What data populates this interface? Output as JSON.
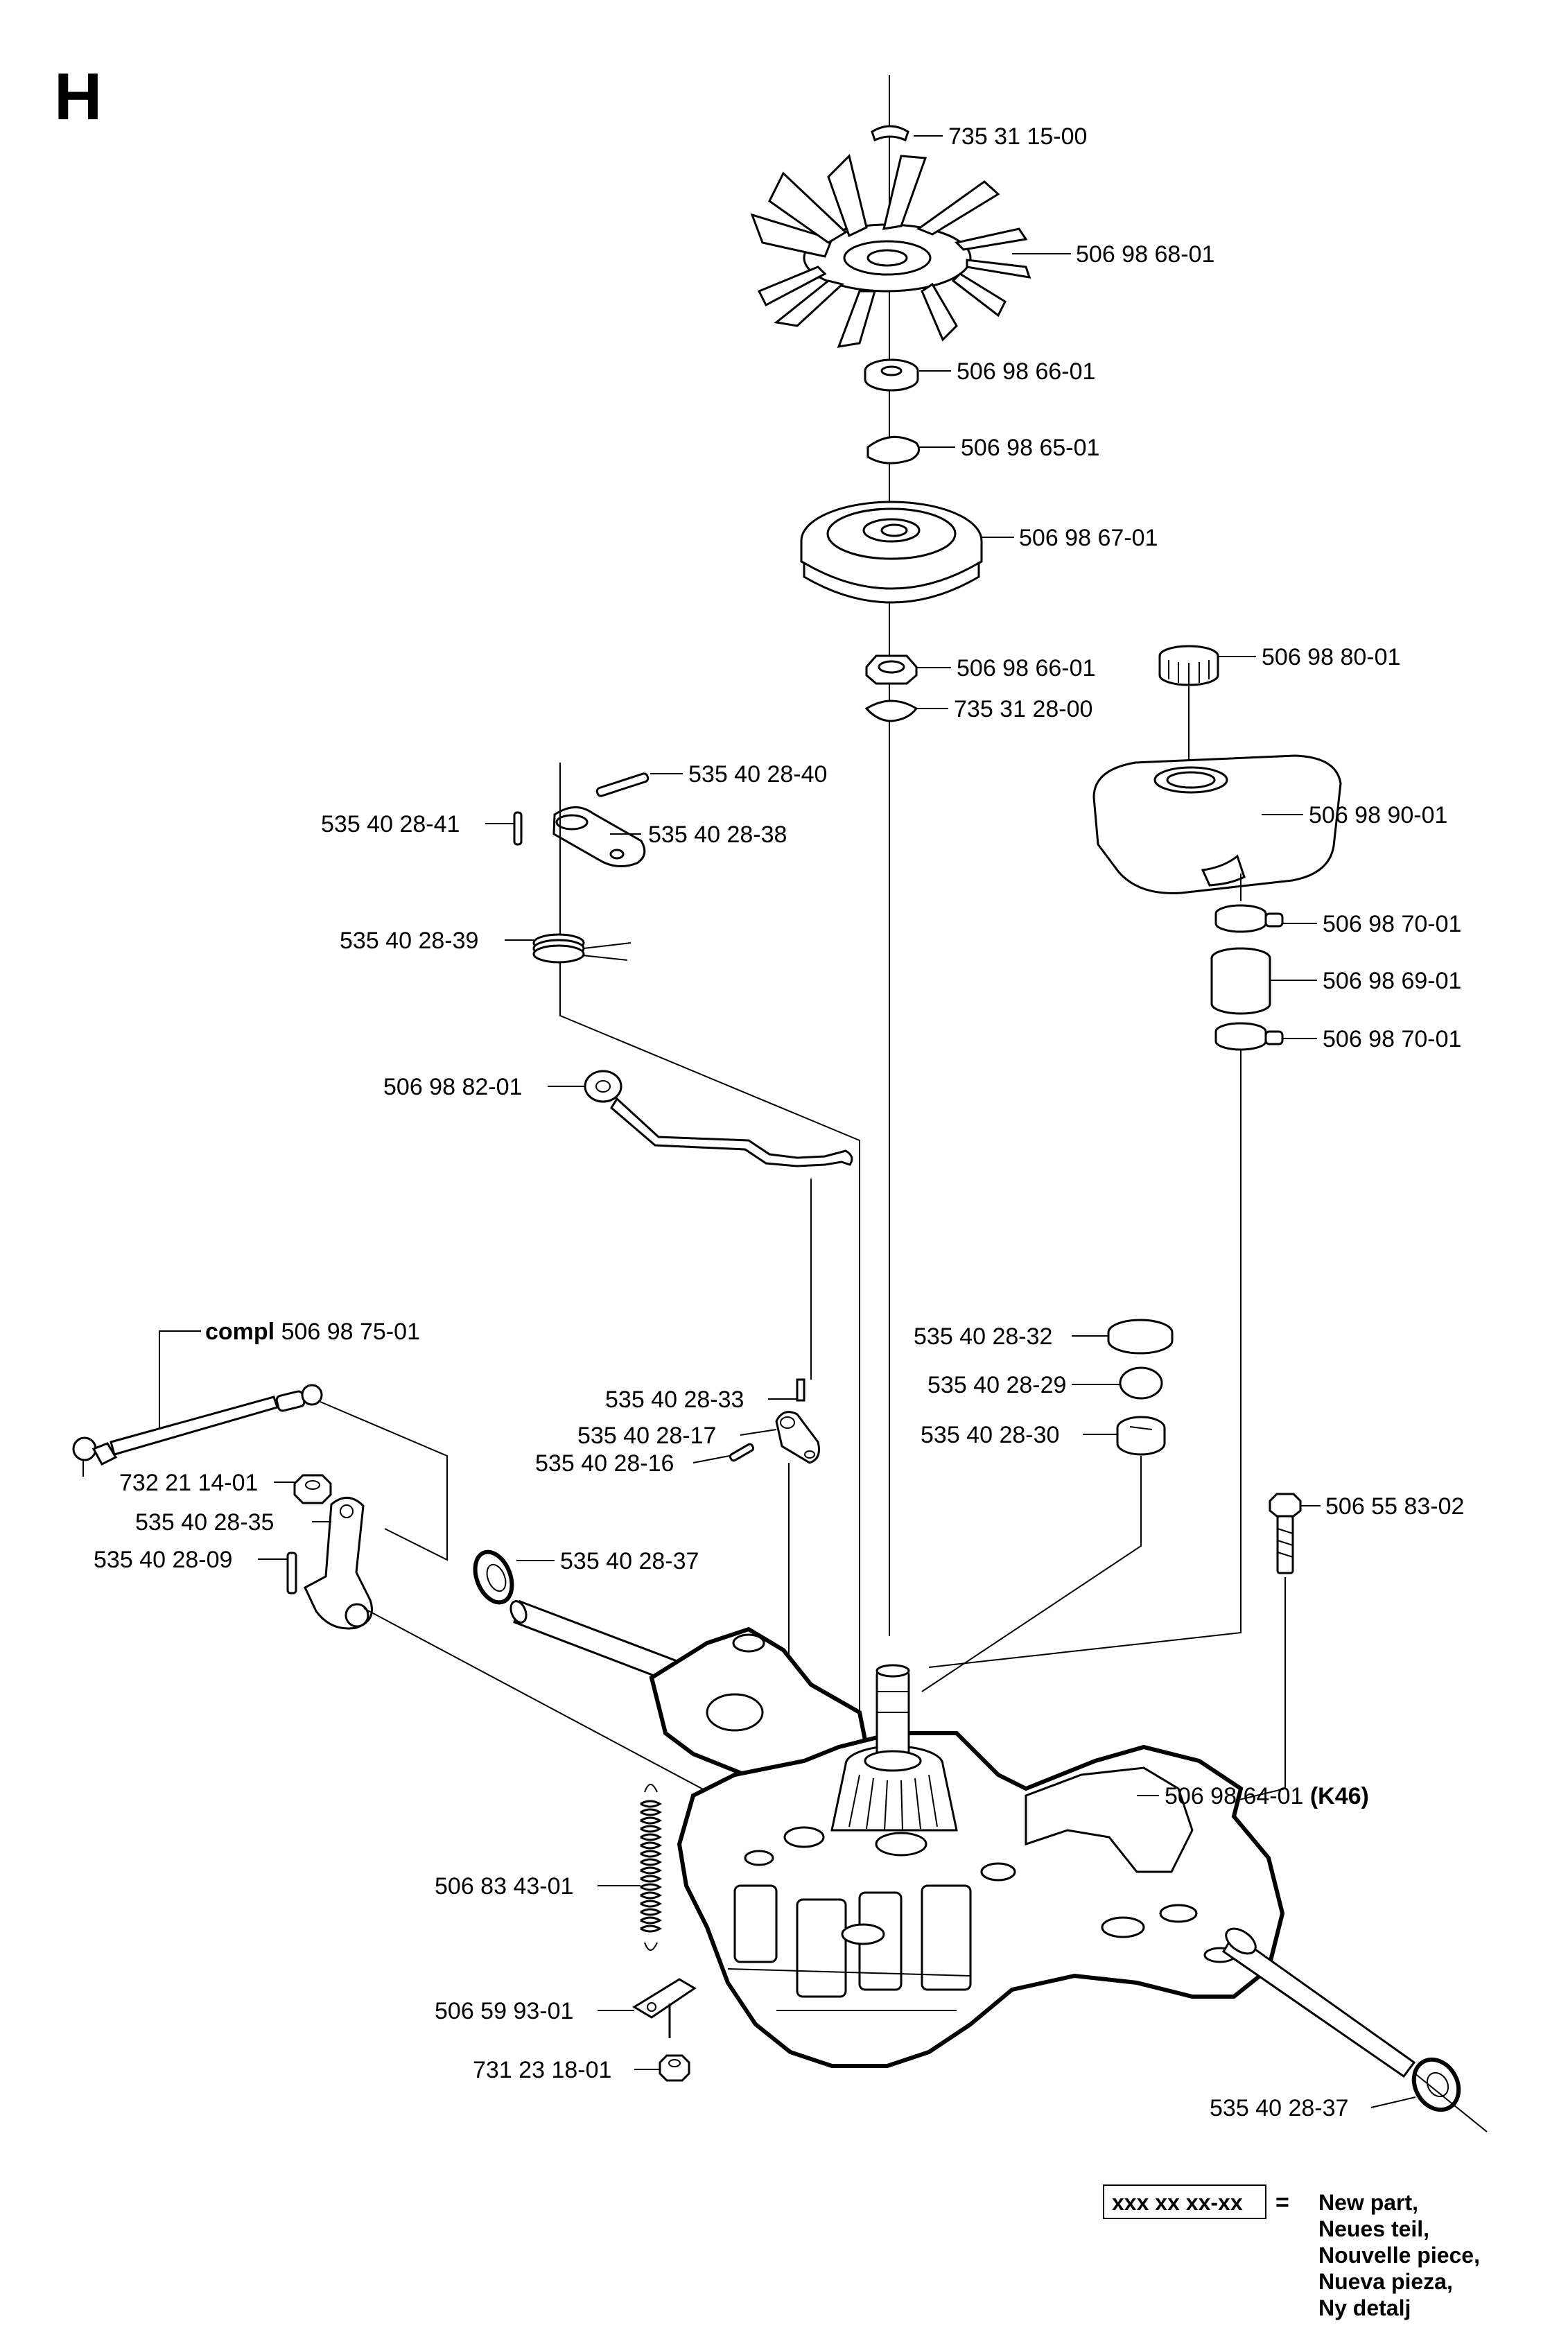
{
  "page": {
    "section_letter": "H"
  },
  "parts": [
    {
      "id": "p1",
      "number": "735 31 15-00"
    },
    {
      "id": "p2",
      "number": "506 98 68-01"
    },
    {
      "id": "p3",
      "number": "506 98 66-01"
    },
    {
      "id": "p4",
      "number": "506 98 65-01"
    },
    {
      "id": "p5",
      "number": "506 98 67-01"
    },
    {
      "id": "p6",
      "number": "506 98 66-01"
    },
    {
      "id": "p7",
      "number": "735 31 28-00"
    },
    {
      "id": "p8",
      "number": "506 98 80-01"
    },
    {
      "id": "p9",
      "number": "535 40 28-40"
    },
    {
      "id": "p10",
      "number": "535 40 28-41"
    },
    {
      "id": "p11",
      "number": "535 40 28-38"
    },
    {
      "id": "p12",
      "number": "506 98 90-01"
    },
    {
      "id": "p13",
      "number": "535 40 28-39"
    },
    {
      "id": "p14",
      "number": "506 98 70-01"
    },
    {
      "id": "p15",
      "number": "506 98 69-01"
    },
    {
      "id": "p16",
      "number": "506 98 70-01"
    },
    {
      "id": "p17",
      "number": "506 98 82-01"
    },
    {
      "id": "p18",
      "prefix": "compl",
      "number": "506 98 75-01"
    },
    {
      "id": "p19",
      "number": "535 40 28-32"
    },
    {
      "id": "p20",
      "number": "535 40 28-29"
    },
    {
      "id": "p21",
      "number": "535 40 28-33"
    },
    {
      "id": "p22",
      "number": "535 40 28-17"
    },
    {
      "id": "p23",
      "number": "535 40 28-30"
    },
    {
      "id": "p24",
      "number": "535 40 28-16"
    },
    {
      "id": "p25",
      "number": "732 21 14-01"
    },
    {
      "id": "p26",
      "number": "506 55 83-02"
    },
    {
      "id": "p27",
      "number": "535 40 28-35"
    },
    {
      "id": "p28",
      "number": "535 40 28-09"
    },
    {
      "id": "p29",
      "number": "535 40 28-37"
    },
    {
      "id": "p30",
      "number": "506 98 64-01",
      "suffix": "(K46)"
    },
    {
      "id": "p31",
      "number": "506 83 43-01"
    },
    {
      "id": "p32",
      "number": "506 59 93-01"
    },
    {
      "id": "p33",
      "number": "731 23 18-01"
    },
    {
      "id": "p34",
      "number": "535 40 28-37"
    }
  ],
  "legend": {
    "code": "xxx xx xx-xx",
    "equals": "=",
    "lines": [
      "New part,",
      "Neues teil,",
      "Nouvelle piece,",
      "Nueva pieza,",
      "Ny detalj"
    ]
  }
}
